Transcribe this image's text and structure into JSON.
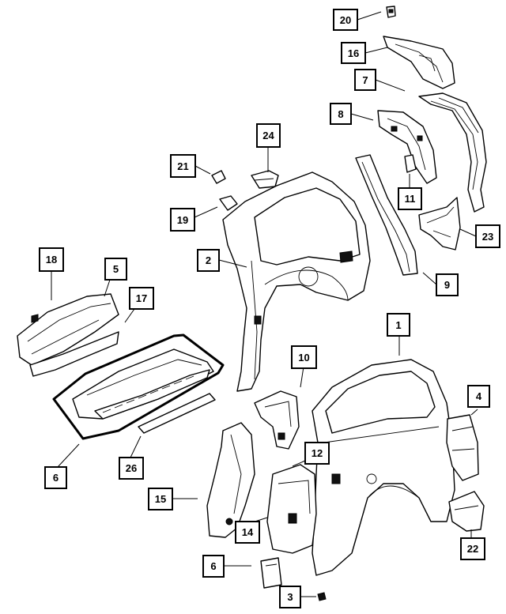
{
  "diagram": {
    "callouts": [
      {
        "id": "c20",
        "label": "20"
      },
      {
        "id": "c16",
        "label": "16"
      },
      {
        "id": "c7",
        "label": "7"
      },
      {
        "id": "c8",
        "label": "8"
      },
      {
        "id": "c24",
        "label": "24"
      },
      {
        "id": "c21",
        "label": "21"
      },
      {
        "id": "c11",
        "label": "11"
      },
      {
        "id": "c19",
        "label": "19"
      },
      {
        "id": "c23",
        "label": "23"
      },
      {
        "id": "c2",
        "label": "2"
      },
      {
        "id": "c9",
        "label": "9"
      },
      {
        "id": "c18",
        "label": "18"
      },
      {
        "id": "c5",
        "label": "5"
      },
      {
        "id": "c17",
        "label": "17"
      },
      {
        "id": "c1",
        "label": "1"
      },
      {
        "id": "c10",
        "label": "10"
      },
      {
        "id": "c4",
        "label": "4"
      },
      {
        "id": "c12",
        "label": "12"
      },
      {
        "id": "c6a",
        "label": "6"
      },
      {
        "id": "c26",
        "label": "26"
      },
      {
        "id": "c15",
        "label": "15"
      },
      {
        "id": "c14",
        "label": "14"
      },
      {
        "id": "c22",
        "label": "22"
      },
      {
        "id": "c6b",
        "label": "6"
      },
      {
        "id": "c3",
        "label": "3"
      }
    ]
  }
}
